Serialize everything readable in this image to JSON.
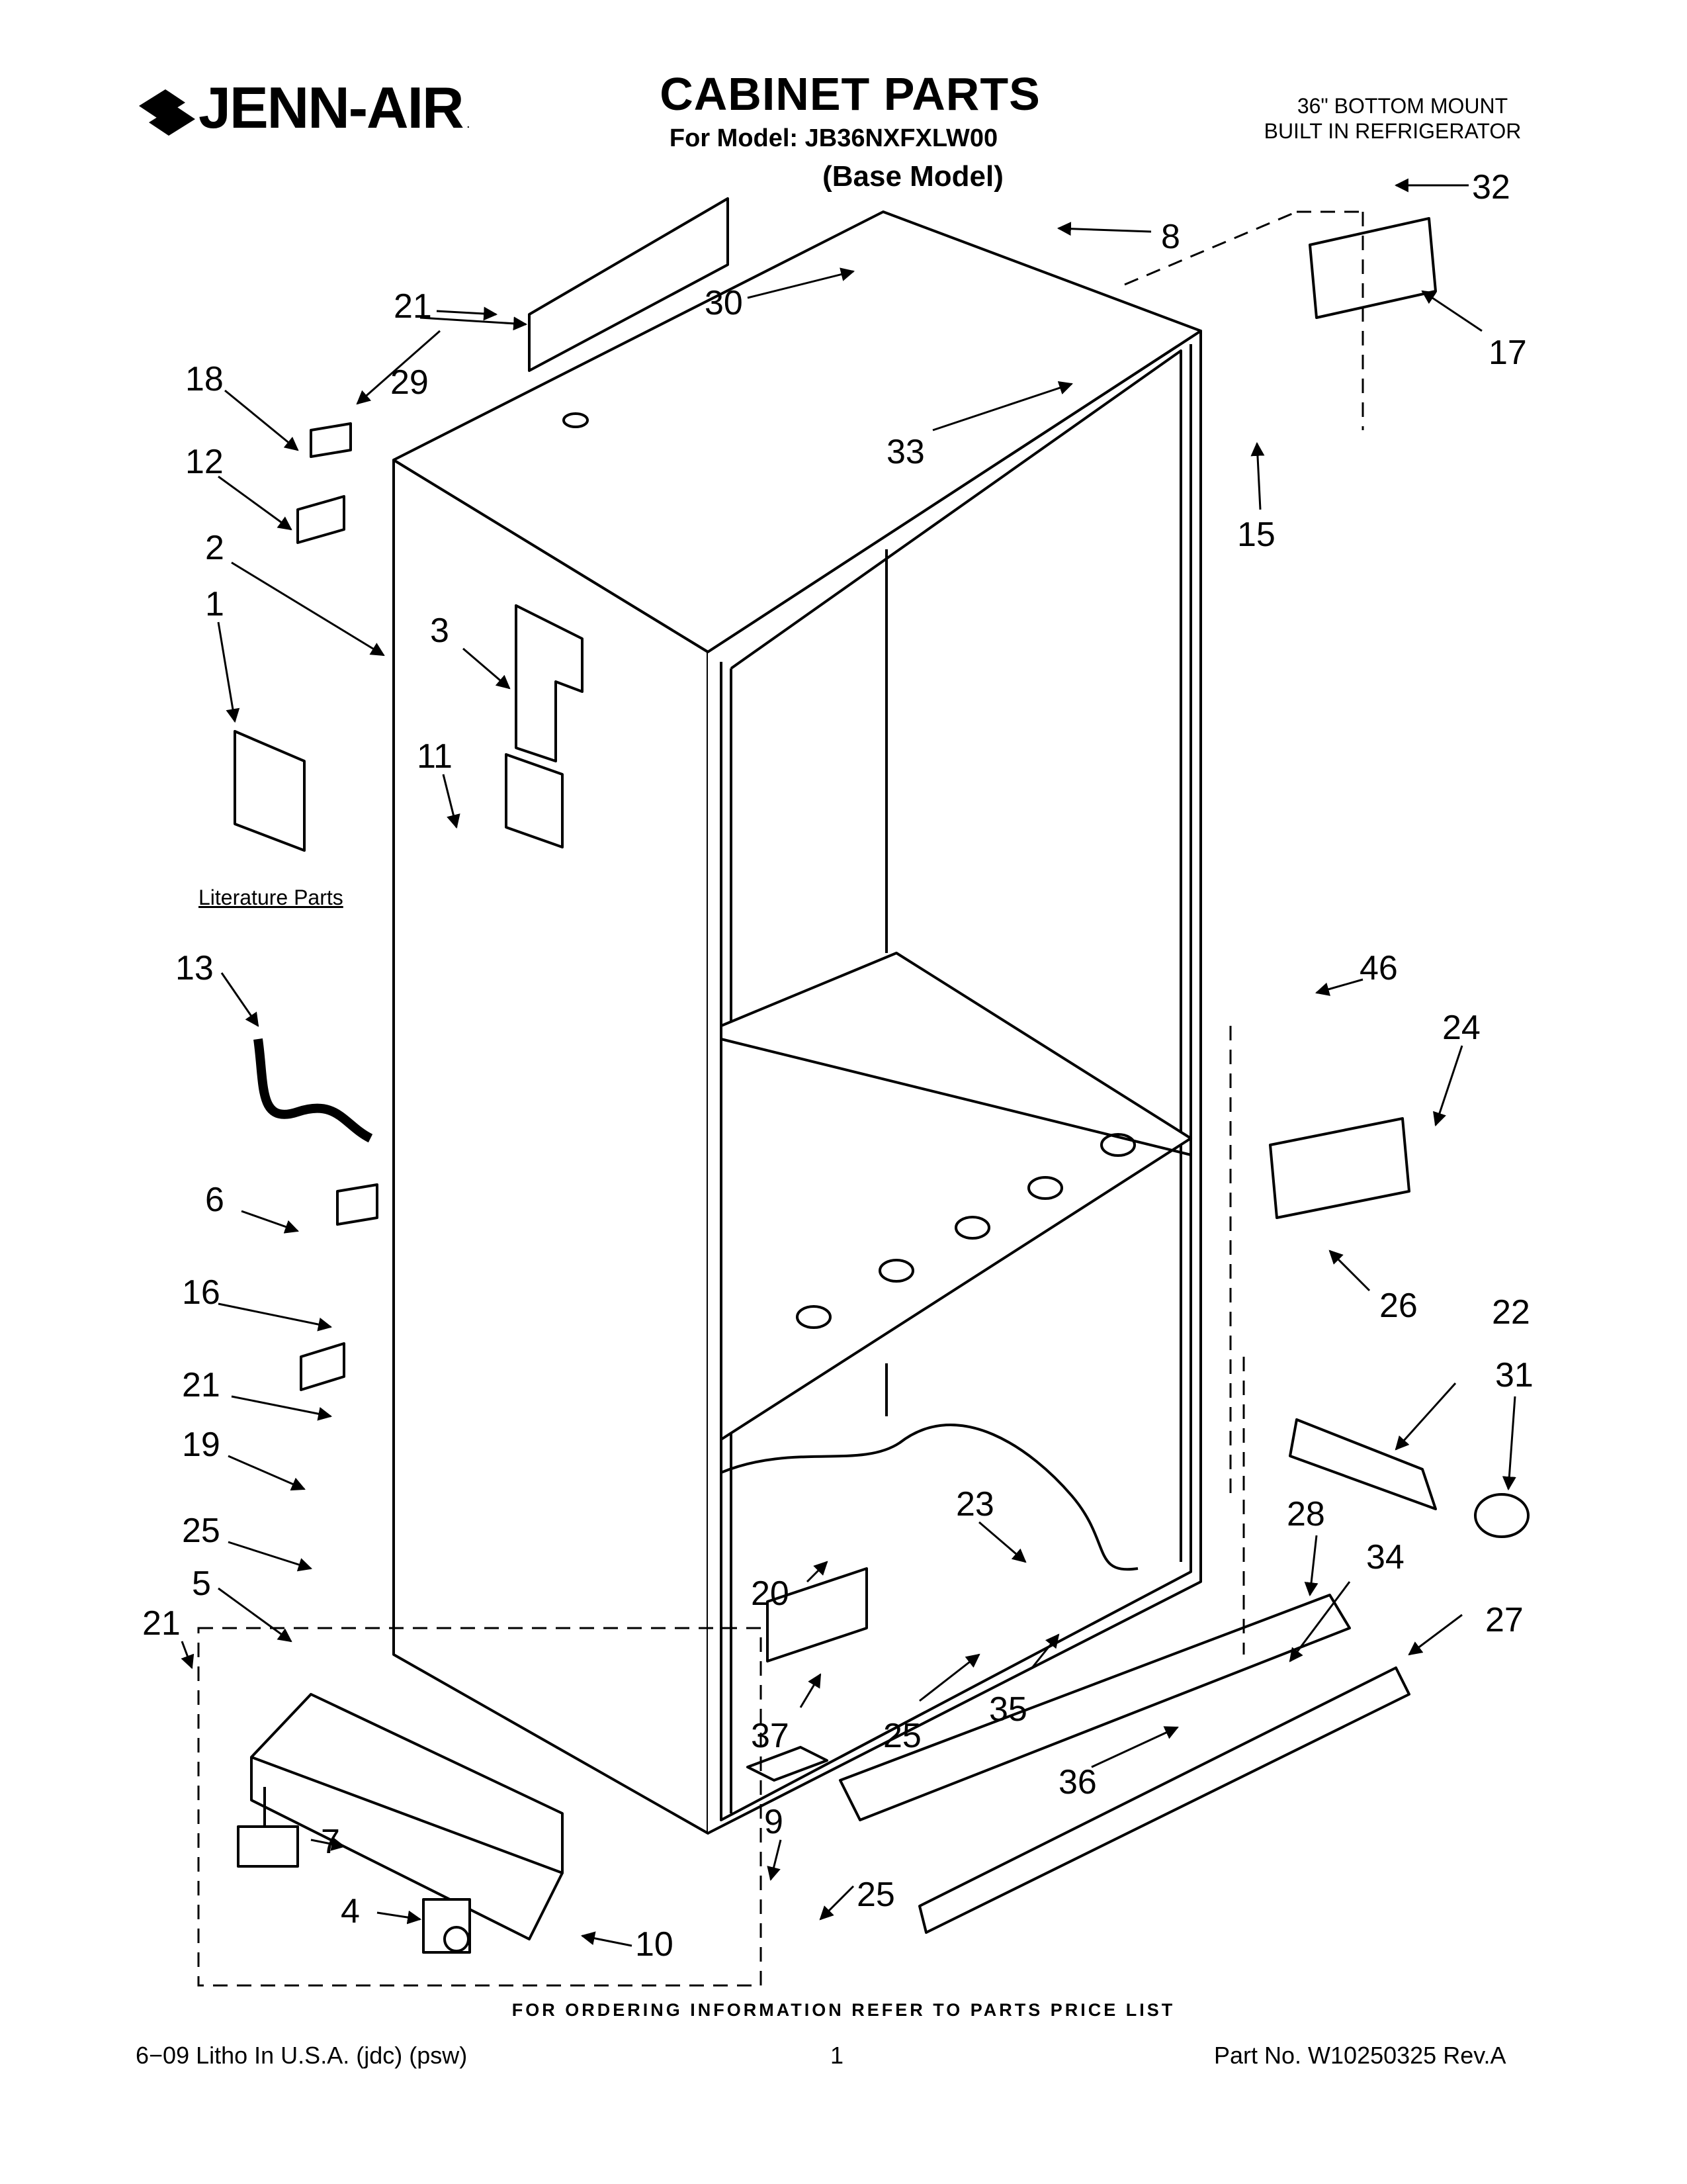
{
  "header": {
    "logo_text": "JENN-AIR",
    "title": "CABINET PARTS",
    "model_line": "For Model: JB36NXFXLW00",
    "base_model": "(Base Model)",
    "product_line_1": "36\" BOTTOM MOUNT",
    "product_line_2": "BUILT IN REFRIGERATOR"
  },
  "callouts": {
    "c1": "1",
    "c2": "2",
    "c3": "3",
    "c4": "4",
    "c5": "5",
    "c6": "6",
    "c7": "7",
    "c8": "8",
    "c9": "9",
    "c10": "10",
    "c11": "11",
    "c12": "12",
    "c13": "13",
    "c15": "15",
    "c16": "16",
    "c17": "17",
    "c18": "18",
    "c19": "19",
    "c20": "20",
    "c21a": "21",
    "c21b": "21",
    "c21c": "21",
    "c22": "22",
    "c23": "23",
    "c24": "24",
    "c25a": "25",
    "c25b": "25",
    "c25c": "25",
    "c26": "26",
    "c27": "27",
    "c28": "28",
    "c29": "29",
    "c30": "30",
    "c31": "31",
    "c32": "32",
    "c33": "33",
    "c34": "34",
    "c35": "35",
    "c36": "36",
    "c37": "37",
    "c46": "46"
  },
  "literature_label": "Literature Parts",
  "footer": {
    "order_note": "FOR ORDERING INFORMATION REFER TO PARTS PRICE LIST",
    "left": "6−09 Litho In U.S.A. (jdc) (psw)",
    "page": "1",
    "right": "Part No. W10250325 Rev.A"
  }
}
